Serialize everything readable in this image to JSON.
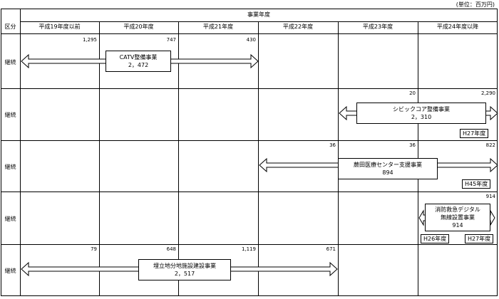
{
  "unit_label": "(単位：百万円)",
  "header": {
    "group_title": "事業年度",
    "kubun": "区分",
    "years": [
      "平成19年度以前",
      "平成20年度",
      "平成21年度",
      "平成22年度",
      "平成23年度",
      "平成24年度以降"
    ]
  },
  "rows": [
    {
      "kubun": "継続",
      "values": [
        "1,295",
        "747",
        "430",
        "",
        "",
        ""
      ],
      "project": [
        "CATV整備事業",
        "2，472"
      ],
      "year_tags": []
    },
    {
      "kubun": "継続",
      "values": [
        "",
        "",
        "",
        "",
        "20",
        "2,290"
      ],
      "project": [
        "シビックコア整備事業",
        "2，310"
      ],
      "year_tags": [
        "H27年度"
      ]
    },
    {
      "kubun": "継続",
      "values": [
        "",
        "",
        "",
        "36",
        "36",
        "822"
      ],
      "project": [
        "蕨田医療センター支援事業",
        "894"
      ],
      "year_tags": [
        "H45年度"
      ]
    },
    {
      "kubun": "継続",
      "values": [
        "",
        "",
        "",
        "",
        "",
        "914"
      ],
      "project": [
        "消防救急デジタル",
        "無線設置事業",
        "914"
      ],
      "year_tags": [
        "H26年度",
        "H27年度"
      ]
    },
    {
      "kubun": "継続",
      "values": [
        "79",
        "648",
        "1,119",
        "671",
        "",
        ""
      ],
      "project": [
        "埋立地分地施設建設事業",
        "2，517"
      ],
      "year_tags": []
    }
  ]
}
